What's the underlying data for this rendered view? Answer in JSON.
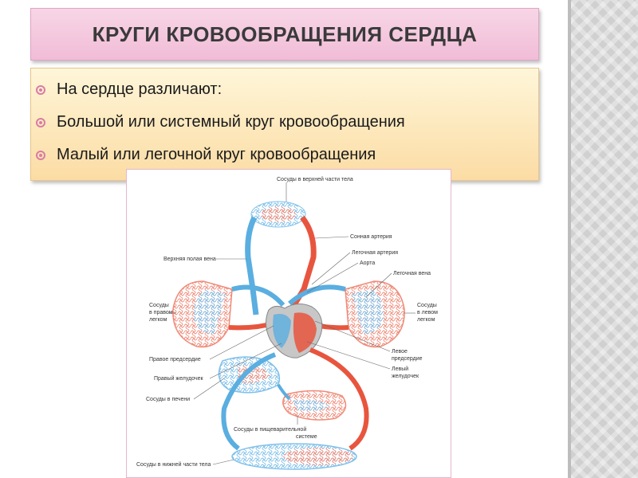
{
  "slide": {
    "title": "КРУГИ  КРОВООБРАЩЕНИЯ СЕРДЦА",
    "bullets": [
      "На сердце различают:",
      " Большой или системный круг кровообращения",
      "Малый или легочной круг кровообращения"
    ]
  },
  "diagram": {
    "labels": {
      "upper_body_vessels": "Сосуды в верхней части тела",
      "carotid_artery": "Сонная артерия",
      "pulmonary_artery": "Легочная артерия",
      "aorta": "Аорта",
      "pulmonary_vein": "Легочная вена",
      "superior_vena_cava": "Верхняя полая вена",
      "right_lung_1": "Сосуды",
      "right_lung_2": "в правом",
      "right_lung_3": "легком",
      "left_lung_1": "Сосуды",
      "left_lung_2": "в левом",
      "left_lung_3": "легком",
      "right_atrium": "Правое предсердие",
      "left_atrium_1": "Левое",
      "left_atrium_2": "предсердие",
      "left_ventricle_1": "Левый",
      "left_ventricle_2": "желудочек",
      "right_ventricle": "Правый желудочек",
      "liver_vessels": "Сосуды в печени",
      "digestive_1": "Сосуды в пищеварительной",
      "digestive_2": "системе",
      "lower_body_vessels": "Сосуды в нижней части тела"
    }
  },
  "colors": {
    "artery": "#e8553e",
    "vein": "#5aaee0",
    "capillary_red": "#f08a78",
    "capillary_blue": "#7fc0ea"
  }
}
